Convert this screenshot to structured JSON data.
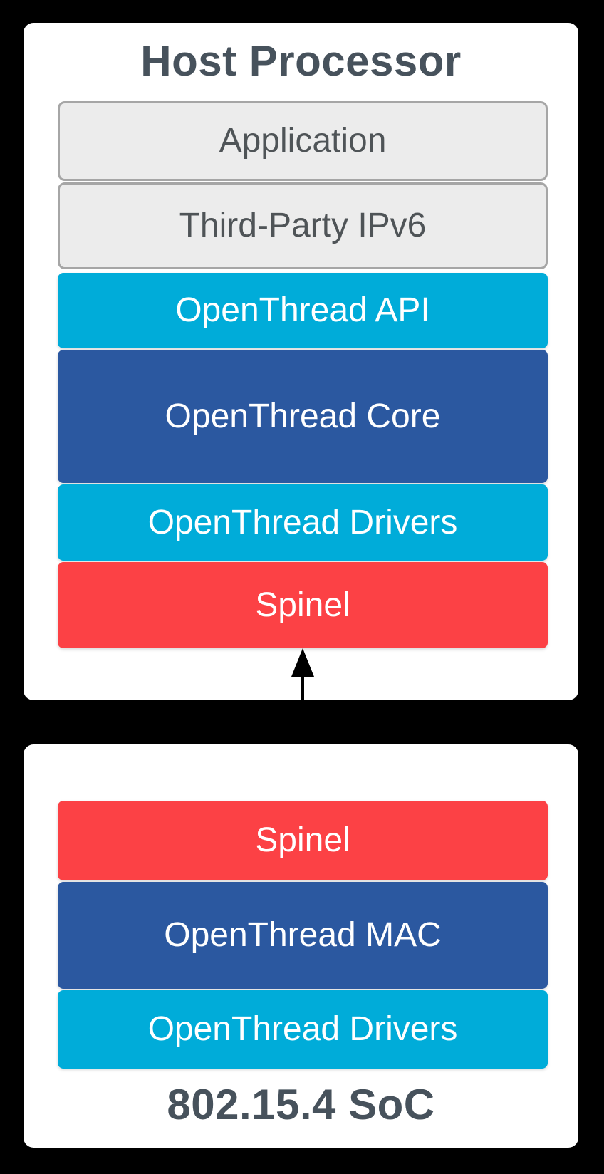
{
  "host": {
    "title": "Host Processor",
    "layers": [
      {
        "label": "Application",
        "type": "gray"
      },
      {
        "label": "Third-Party IPv6",
        "type": "gray"
      },
      {
        "label": "OpenThread API",
        "type": "cyan"
      },
      {
        "label": "OpenThread Core",
        "type": "blue"
      },
      {
        "label": "OpenThread Drivers",
        "type": "cyan"
      },
      {
        "label": "Spinel",
        "type": "red"
      }
    ]
  },
  "soc": {
    "title": "802.15.4 SoC",
    "layers": [
      {
        "label": "Spinel",
        "type": "red"
      },
      {
        "label": "OpenThread MAC",
        "type": "blue"
      },
      {
        "label": "OpenThread Drivers",
        "type": "cyan"
      }
    ]
  },
  "connector": {
    "type": "double-headed-vertical-arrow",
    "color": "#000000"
  },
  "colors": {
    "canvasBg": "#000000",
    "cardBg": "#FFFFFF",
    "cyan": "#00ACD9",
    "blue": "#2B58A0",
    "red": "#FC4145",
    "grayFill": "#ECECEC",
    "grayBorder": "#A6A6A6",
    "grayText": "#4F5457",
    "titleText": "#47525C"
  }
}
